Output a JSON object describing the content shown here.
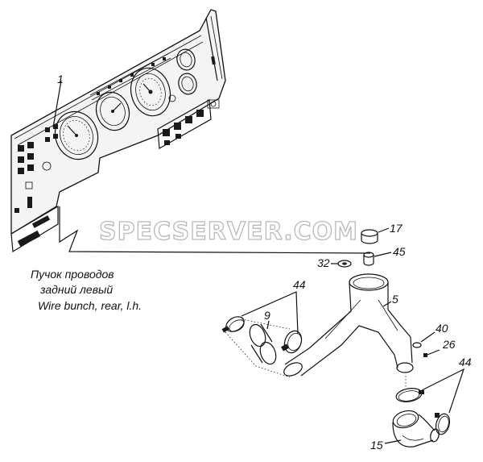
{
  "watermark": "SPECSERVER.COM",
  "caption": {
    "ru_line1": "Пучок проводов",
    "ru_line2": "задний левый",
    "en_line": "Wire bunch, rear, l.h."
  },
  "callouts": {
    "c1": "1",
    "c17": "17",
    "c45": "45",
    "c32": "32",
    "c44a": "44",
    "c5": "5",
    "c9": "9",
    "c40": "40",
    "c26": "26",
    "c44b": "44",
    "c15": "15"
  }
}
